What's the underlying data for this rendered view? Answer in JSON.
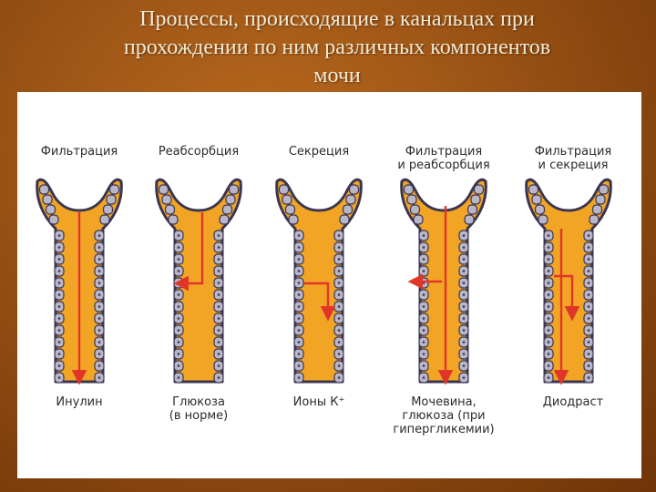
{
  "slide": {
    "title_lines": [
      "Процессы, происходящие в канальцах при",
      "прохождении по ним различных компонентов",
      "мочи"
    ]
  },
  "diagram": {
    "process_labels": [
      [
        "Фильтрация"
      ],
      [
        "Реабсорбция"
      ],
      [
        "Секреция"
      ],
      [
        "Фильтрация",
        "и реабсорбция"
      ],
      [
        "Фильтрация",
        "и секреция"
      ]
    ],
    "substance_labels": [
      [
        "Инулин"
      ],
      [
        "Глюкоза",
        "(в норме)"
      ],
      [
        "Ионы К⁺"
      ],
      [
        "Мочевина,",
        "глюкоза (при",
        "гипергликемии)"
      ],
      [
        "Диодраст"
      ]
    ]
  },
  "colors": {
    "background": "#9a5214",
    "title_text": "#f3ead2",
    "lumen": "#f2a524",
    "cell_wall": "#b9b6c9",
    "arrow": "#e2352a"
  }
}
